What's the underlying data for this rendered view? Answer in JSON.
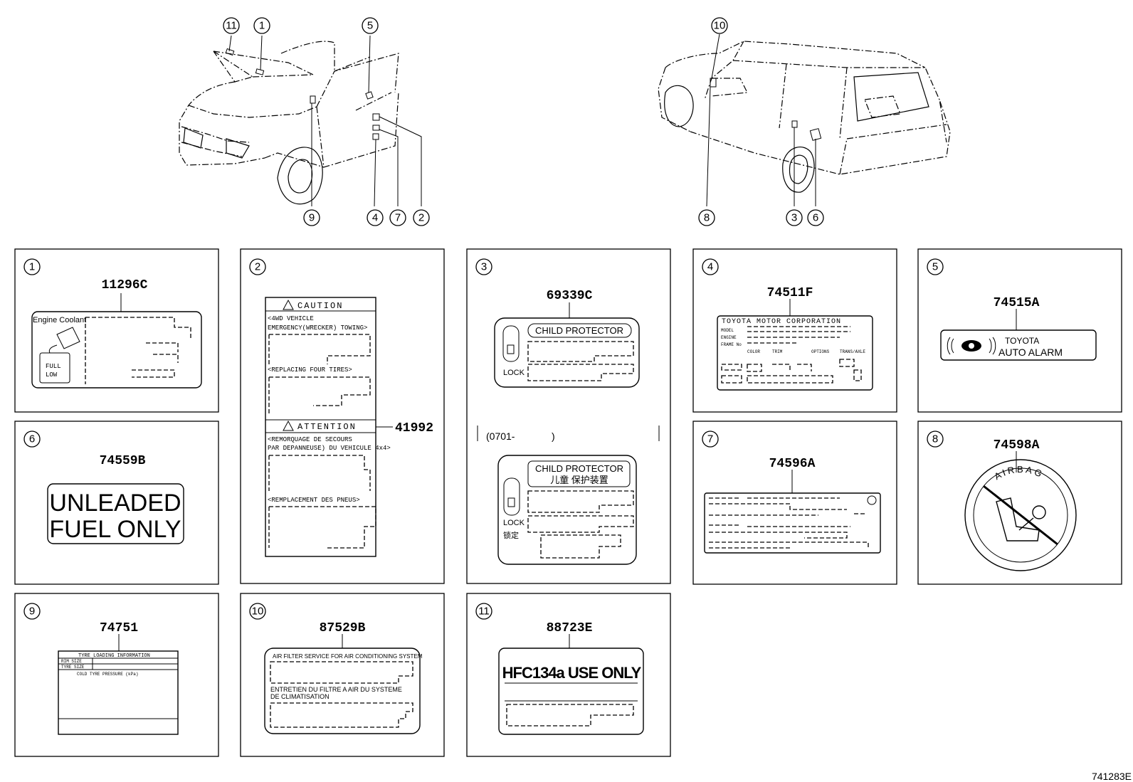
{
  "figure_id": "741283E",
  "overview": {
    "front_car_callouts": [
      "11",
      "1",
      "5",
      "9",
      "4",
      "7",
      "2"
    ],
    "rear_car_callouts": [
      "10",
      "8",
      "3",
      "6"
    ]
  },
  "panels": [
    {
      "index": "1",
      "part_number": "11296C",
      "label_text": [
        "Engine Coolant",
        "FULL",
        "LOW"
      ]
    },
    {
      "index": "2",
      "part_number": "41992",
      "label_text": [
        "CAUTION",
        "<4WD VEHICLE",
        "EMERGENCY(WRECKER) TOWING>",
        "<REPLACING FOUR TIRES>",
        "ATTENTION",
        "<REMORQUAGE DE SECOURS",
        "PAR DEPANNEUSE) DU VEHICULE 4x4>",
        "<REMPLACEMENT DES PNEUS>"
      ]
    },
    {
      "index": "3",
      "part_number": "69339C",
      "label_text": [
        "CHILD PROTECTOR",
        "LOCK",
        "(0701-",
        ")",
        "CHILD PROTECTOR",
        "儿童 保护装置",
        "LOCK",
        "锁定"
      ]
    },
    {
      "index": "4",
      "part_number": "74511F",
      "label_text": [
        "TOYOTA MOTOR CORPORATION",
        "MODEL",
        "ENGINE",
        "FRAME No",
        "COLOR",
        "TRIM",
        "OPTIONS",
        "TRANS/AXLE"
      ]
    },
    {
      "index": "5",
      "part_number": "74515A",
      "label_text": [
        "TOYOTA",
        "AUTO ALARM"
      ]
    },
    {
      "index": "6",
      "part_number": "74559B",
      "label_text": [
        "UNLEADED",
        "FUEL ONLY"
      ]
    },
    {
      "index": "7",
      "part_number": "74596A",
      "label_text": []
    },
    {
      "index": "8",
      "part_number": "74598A",
      "label_text": [
        "AIRBAG"
      ]
    },
    {
      "index": "9",
      "part_number": "74751",
      "label_text": [
        "TYRE LOADING INFORMATION",
        "RIM SIZE",
        "TYRE SIZE",
        "COLD TYRE PRESSURE (kPa)"
      ]
    },
    {
      "index": "10",
      "part_number": "87529B",
      "label_text": [
        "AIR FILTER SERVICE FOR AIR CONDITIONING SYSTEM",
        "ENTRETIEN DU FILTRE A AIR DU SYSTEME",
        "DE CLIMATISATION"
      ]
    },
    {
      "index": "11",
      "part_number": "88723E",
      "label_text": [
        "HFC134a USE ONLY"
      ]
    }
  ],
  "icons": [
    "coolant-pour-icon",
    "alarm-sound-icon",
    "airbag-seat-icon",
    "warning-triangle-icon",
    "lock-slider-icon"
  ]
}
